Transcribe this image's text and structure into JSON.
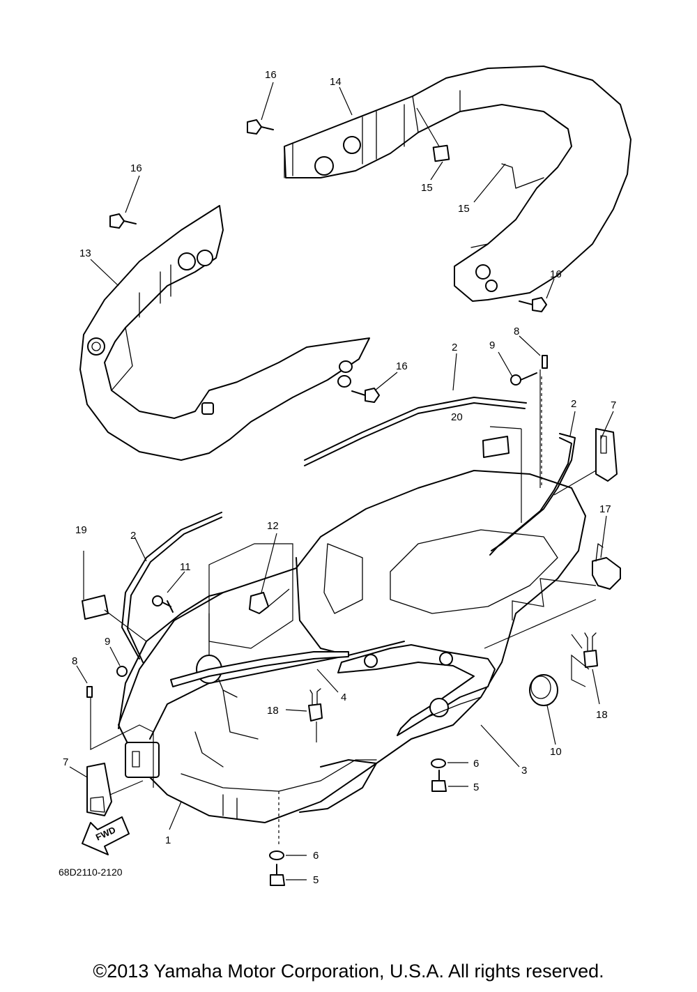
{
  "diagram": {
    "part_code": "68D2110-2120",
    "fwd_label": "FWD",
    "copyright": "©2013 Yamaha Motor Corporation, U.S.A. All rights reserved.",
    "callouts": [
      "16",
      "14",
      "16",
      "15",
      "15",
      "13",
      "16",
      "16",
      "2",
      "9",
      "8",
      "7",
      "2",
      "20",
      "17",
      "12",
      "2",
      "19",
      "11",
      "9",
      "8",
      "18",
      "4",
      "18",
      "7",
      "1",
      "6",
      "5",
      "6",
      "5",
      "3",
      "10"
    ]
  }
}
